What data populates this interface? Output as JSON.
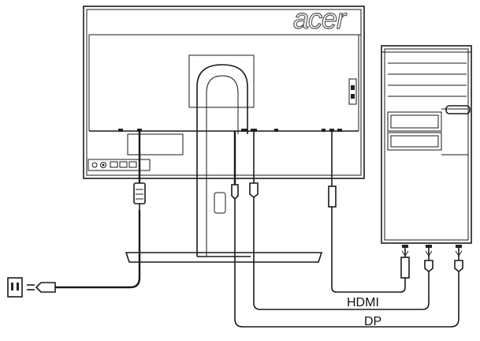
{
  "diagram": {
    "brand_logo": "acer",
    "cables": [
      {
        "id": "hdmi",
        "label": "HDMI"
      },
      {
        "id": "dp",
        "label": "DP"
      }
    ]
  }
}
